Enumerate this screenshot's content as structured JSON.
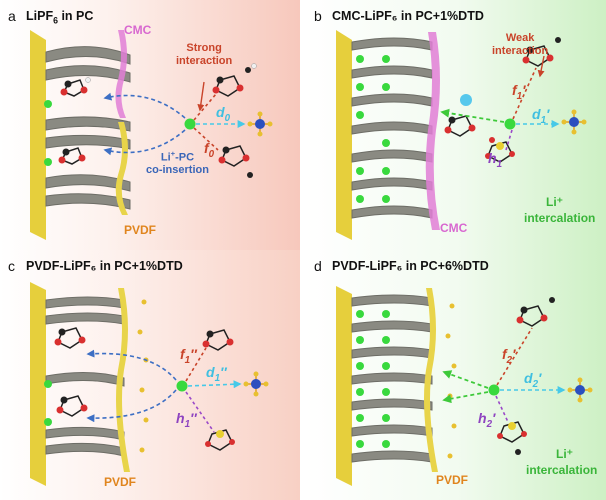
{
  "panels": [
    {
      "letter": "a",
      "title_pre": "LiPF",
      "title_sub": "6",
      "title_post": " in PC",
      "labels": {
        "cmc": "CMC",
        "pvdf": "PVDF",
        "strong": "Strong\ninteraction",
        "co_ins_pre": "Li",
        "co_ins_sup": "+",
        "co_ins_post": "-PC\nco-insertion",
        "d": "d",
        "d_sub": "0",
        "f": "f",
        "f_sub": "0"
      }
    },
    {
      "letter": "b",
      "title": "CMC-LiPF₆ in PC+1%DTD",
      "labels": {
        "weak": "Weak\ninteraction",
        "f": "f",
        "f_sub": "1",
        "f_prime": "′",
        "d": "d",
        "d_sub": "1",
        "d_prime": "′",
        "h": "h",
        "h_sub": "1",
        "li": "Li⁺",
        "intercalation": "intercalation",
        "cmc": "CMC"
      }
    },
    {
      "letter": "c",
      "title": "PVDF-LiPF₆ in PC+1%DTD",
      "labels": {
        "f": "f",
        "f_sub": "1",
        "f_prime": "″",
        "d": "d",
        "d_sub": "1",
        "d_prime": "″",
        "h": "h",
        "h_sub": "1",
        "h_prime": "″",
        "pvdf": "PVDF"
      }
    },
    {
      "letter": "d",
      "title": "PVDF-LiPF₆ in PC+6%DTD",
      "labels": {
        "f": "f",
        "f_sub": "2",
        "f_prime": "′",
        "d": "d",
        "d_sub": "2",
        "d_prime": "′",
        "h": "h",
        "h_sub": "2",
        "h_prime": "′",
        "li": "Li⁺",
        "intercalation": "intercalation",
        "pvdf": "PVDF"
      }
    }
  ],
  "colors": {
    "electrode": "#e6cf3c",
    "graphite": "#8a8a82",
    "li": "#39d93e",
    "cmc": "#e07ed6",
    "pvdf": "#e8d44a",
    "blue_arrow": "#3d6fc4",
    "cyan_arrow": "#46c9e8",
    "red_arrow": "#c9442a",
    "purple_arrow": "#9a48c8",
    "green_arrow": "#3ec93a",
    "label_blue": "#3a66b8",
    "label_red": "#c9442a",
    "label_orange": "#e0851e",
    "label_green": "#3ab53a",
    "label_purple": "#8e44c0",
    "label_cyan": "#3fbfe0",
    "label_pink": "#d868d0"
  }
}
